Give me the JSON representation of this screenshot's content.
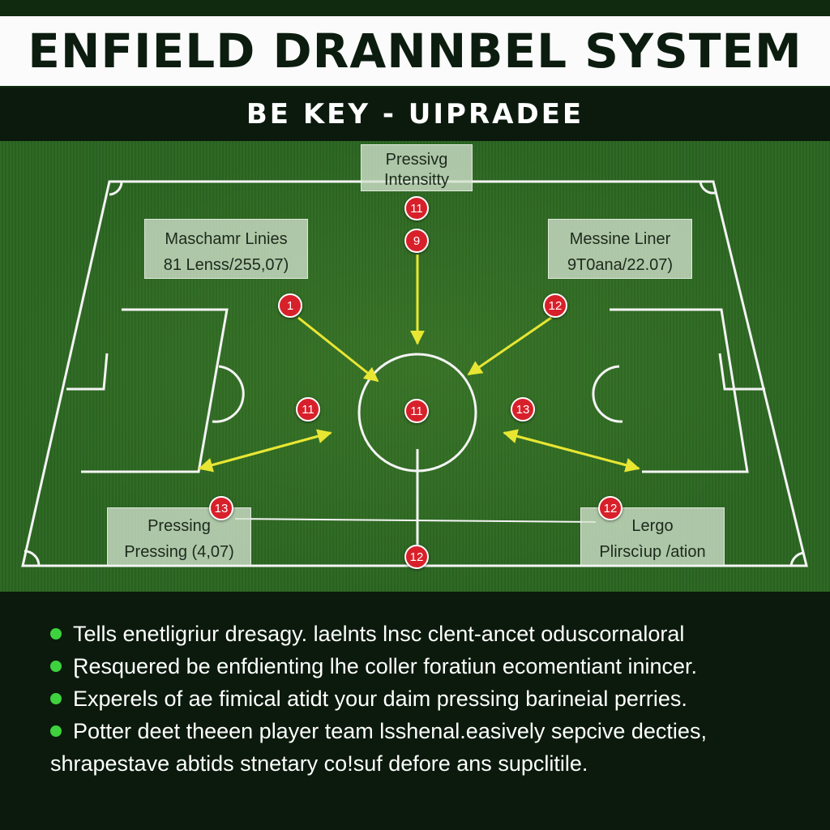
{
  "title": "ENFIELD DRANNBEL SYSTEM",
  "subtitle": "BE KEY - UIPRADEE",
  "boxes": {
    "top": [
      "Pressivg",
      "Intensitty"
    ],
    "top_left": [
      "Maschamr Linies",
      "81 Lenss/255,07)"
    ],
    "top_right": [
      "Messine Liner",
      "9T0ana/22.07)"
    ],
    "bottom_left": [
      "Pressing",
      "Pressing (4,07)"
    ],
    "bottom_right": [
      "Lergo",
      "Plirscìup /ation"
    ]
  },
  "markers": [
    "11",
    "9",
    "1",
    "12",
    "11",
    "11",
    "13",
    "13",
    "12",
    "12"
  ],
  "bullets": [
    "Tells enetligriur dresagy. laelnts lnsc clent-ancet oduscornaloral",
    "Ɽesquered be enfdienting lhe coller foratiun ecomentiant inincer.",
    "Experels of ae fimical atidt your daim pressing barineial perries.",
    "Potter deet theeen player team lsshenal.easively sepcive decties,"
  ],
  "bullet_continuation": "shrapestave abtids stnetary co!suf defore ans supclitile.",
  "colors": {
    "marker": "#d8202a",
    "arrow": "#e8e633",
    "bullet": "#3ed23e",
    "pitch": "#2f6a25"
  }
}
